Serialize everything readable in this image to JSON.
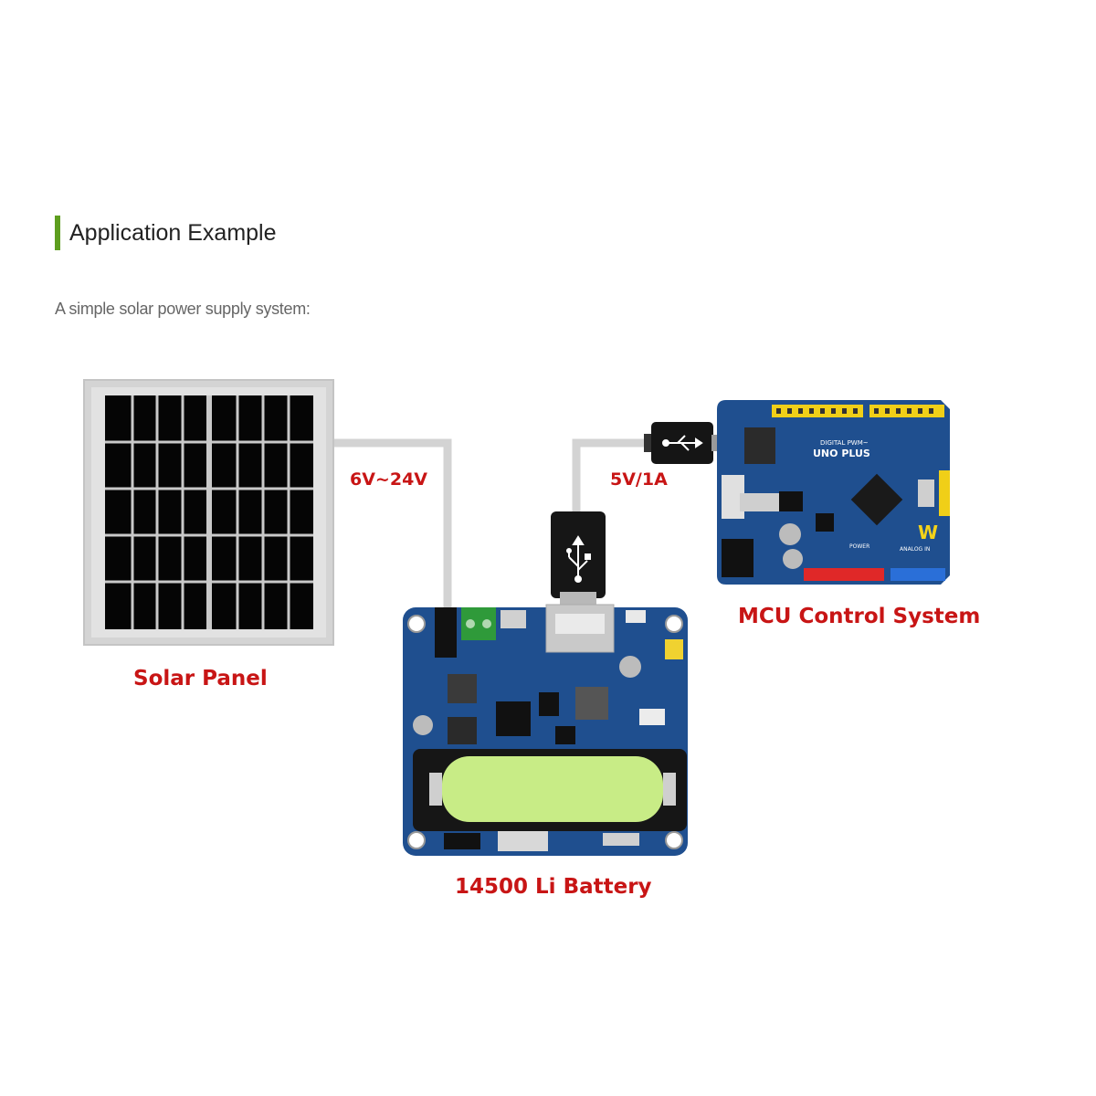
{
  "heading": {
    "title": "Application Example"
  },
  "subtitle": "A simple solar power supply system:",
  "labels": {
    "solar_panel": "Solar Panel",
    "input_voltage": "6V~24V",
    "output_spec": "5V/1A",
    "mcu": "MCU Control System",
    "battery": "14500 Li Battery"
  },
  "board_text": {
    "uno": "UNO PLUS",
    "digital": "DIGITAL PWM~",
    "power": "POWER",
    "analog": "ANALOG IN"
  },
  "colors": {
    "accent_bar": "#5e9e1f",
    "label_red": "#c81515",
    "pcb_blue": "#1f4f8f",
    "battery_green": "#c8ec86",
    "cable_gray": "#d3d3d3"
  }
}
